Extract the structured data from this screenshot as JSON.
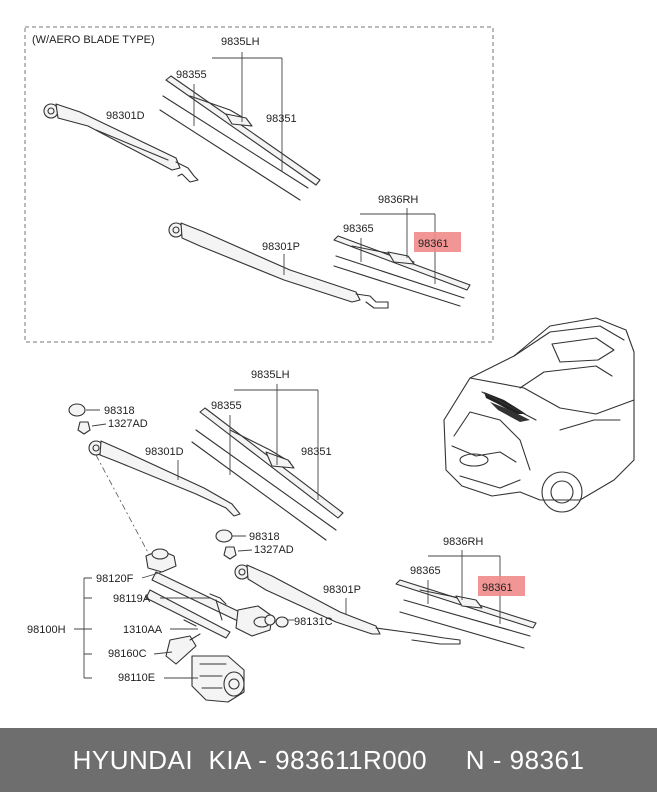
{
  "section_note": "(W/AERO BLADE TYPE)",
  "top": {
    "blade_lh": "9835LH",
    "refill_lh": "98355",
    "spring_lh": "98351",
    "arm_lh": "98301D",
    "blade_rh": "9836RH",
    "refill_rh": "98365",
    "highlight_rh": "98361",
    "arm_rh": "98301P"
  },
  "bottom": {
    "cap1": "98318",
    "nut1": "1327AD",
    "blade_lh": "9835LH",
    "refill_lh": "98355",
    "spring_lh": "98351",
    "arm_lh": "98301D",
    "cap2": "98318",
    "nut2": "1327AD",
    "blade_rh": "9836RH",
    "refill_rh": "98365",
    "highlight_rh": "98361",
    "arm_rh": "98301P",
    "cap3": "98131C",
    "assembly": "98100H",
    "link1": "98120F",
    "link2": "98119A",
    "bolt": "1310AA",
    "bracket": "98160C",
    "motor": "98110E"
  },
  "footer": {
    "text": "HYUNDAI  KIA - 983611R000     N - 98361"
  },
  "colors": {
    "highlight": "#f08a8a",
    "footer_bg": "#6e6e6e"
  }
}
